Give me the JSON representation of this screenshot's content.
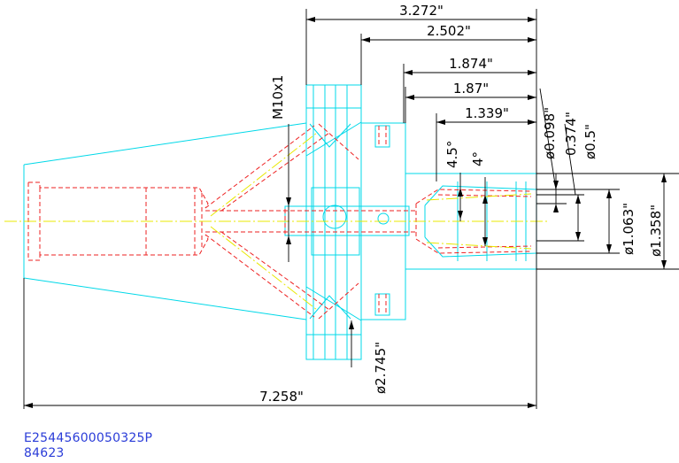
{
  "dimensions": {
    "len_3_272": "3.272\"",
    "len_2_502": "2.502\"",
    "len_1_874": "1.874\"",
    "len_1_87": "1.87\"",
    "len_1_339": "1.339\"",
    "len_7_258": "7.258\"",
    "thread": "M10x1",
    "dia_0_098": "ø0.098\"",
    "len_0_374": "0.374\"",
    "dia_0_5": "ø0.5\"",
    "dia_1_063": "ø1.063\"",
    "dia_1_358": "ø1.358\"",
    "dia_2_745": "ø2.745\"",
    "angle_4_5": "4.5°",
    "angle_4": "4°"
  },
  "title_block": {
    "part_code": "E25445600050325P",
    "part_id": "84623"
  },
  "colors": {
    "outline": "#00d8e8",
    "hidden_lines": "#ee2222",
    "center_line": "#e8e800",
    "dimensions": "#000000",
    "part_number": "#2a3cd8"
  }
}
